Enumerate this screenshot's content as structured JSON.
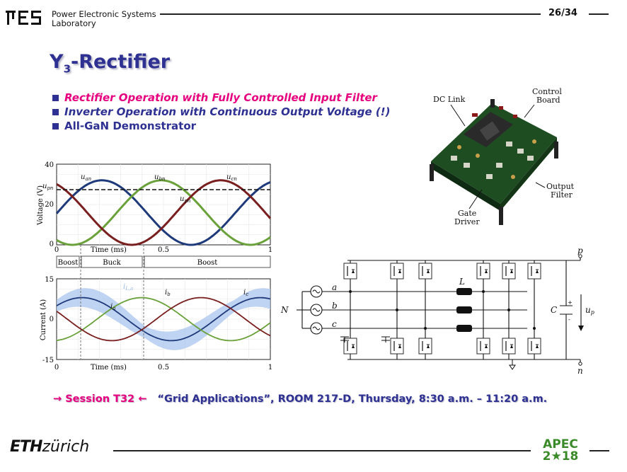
{
  "header": {
    "logo_text": "PES",
    "lab_line1": "Power Electronic Systems",
    "lab_line2": "Laboratory",
    "page_number": "26/34"
  },
  "title": {
    "main": "Y",
    "subscript": "3",
    "rest": "-Rectifier"
  },
  "bullets": [
    {
      "text": "Rectifier Operation with Fully Controlled Input Filter",
      "style": "italic",
      "color": "#e6007e"
    },
    {
      "text": "Inverter Operation with Continuous Output Voltage (!)",
      "style": "italic",
      "color": "#2e3192"
    },
    {
      "text": "All-GaN Demonstrator",
      "style": "normal",
      "color": "#2e3192"
    }
  ],
  "photo_labels": {
    "dc_link": "DC Link",
    "control_board_1": "Control",
    "control_board_2": "Board",
    "output_filter_1": "Output",
    "output_filter_2": "Filter",
    "gate_driver_1": "Gate",
    "gate_driver_2": "Driver"
  },
  "modes": [
    "Boost",
    "Buck",
    "Boost"
  ],
  "chart_data": [
    {
      "type": "line",
      "ylabel": "Voltage (V)",
      "xlabel": "Time (ms)",
      "xlim": [
        0,
        1
      ],
      "ylim": [
        0,
        40
      ],
      "x_ticks": [
        "0",
        "0.5",
        "1"
      ],
      "y_ticks": [
        "0",
        "20",
        "40"
      ],
      "series": [
        {
          "name": "u_an",
          "color": "#1f3a7a",
          "phase_deg": 0
        },
        {
          "name": "u_bn",
          "color": "#6aa13a",
          "phase_deg": -120
        },
        {
          "name": "u_cn",
          "color": "#7a1f1f",
          "phase_deg": 120
        }
      ],
      "offset": 16,
      "amplitude": 16,
      "u_pn": 27,
      "annotations": {
        "u_an": "u",
        "u_an_sub": "an",
        "u_bn": "u",
        "u_bn_sub": "bn",
        "u_cn": "u",
        "u_cn_sub": "cn",
        "u_pn": "u",
        "u_pn_sub": "pn",
        "upn_left": "u",
        "upn_left_sub": "pn"
      }
    },
    {
      "type": "line",
      "ylabel": "Current (A)",
      "xlabel": "Time (ms)",
      "xlim": [
        0,
        1
      ],
      "ylim": [
        -15,
        15
      ],
      "x_ticks": [
        "0",
        "0.5",
        "1"
      ],
      "y_ticks": [
        "-15",
        "0",
        "15"
      ],
      "series": [
        {
          "name": "i_a",
          "color": "#1f3a7a",
          "phase_deg": 0
        },
        {
          "name": "i_b",
          "color": "#6aa13a",
          "phase_deg": -120
        },
        {
          "name": "i_c",
          "color": "#7a1f1f",
          "phase_deg": 120
        }
      ],
      "amplitude": 8,
      "annotations": {
        "i_a": "i",
        "i_a_sub": "a",
        "i_b": "i",
        "i_b_sub": "b",
        "i_c": "i",
        "i_c_sub": "c",
        "iLa": "i",
        "iLa_sub": "L,a"
      }
    }
  ],
  "schematic": {
    "node_a": "a",
    "node_b": "b",
    "node_c": "c",
    "node_N": "N",
    "inductor": "L",
    "capacitor": "C",
    "node_p": "p",
    "node_n": "n",
    "u_pn": "u",
    "u_pn_sub": "pn",
    "cap_plus": "+",
    "cap_minus": "-"
  },
  "session": {
    "arrow_left": "→",
    "name": "Session T32",
    "arrow_right": "←",
    "details": "“Grid Applications”, ROOM 217-D, Thursday, 8:30 a.m. – 11:20 a.m."
  },
  "footer": {
    "eth": "ETH",
    "zurich": "zürich",
    "apec_line1": "APEC",
    "apec_line2": "2★18"
  },
  "colors": {
    "accent_blue": "#2e3192",
    "accent_magenta": "#e6007e",
    "apec_green": "#3a8a2a"
  }
}
